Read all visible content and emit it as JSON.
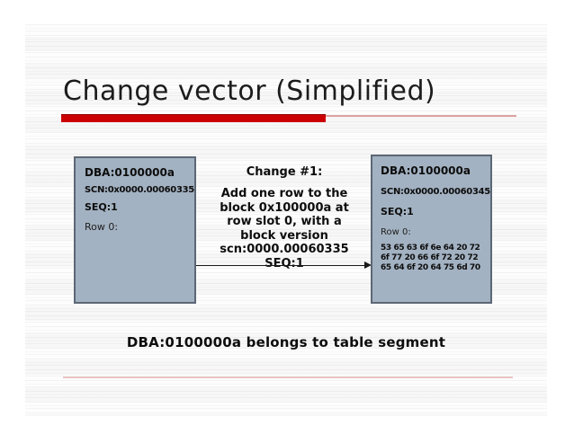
{
  "slide": {
    "title": "Change vector (Simplified)",
    "caption": "DBA:0100000a belongs to table segment"
  },
  "left_block": {
    "dba": "DBA:0100000a",
    "scn": "SCN:0x0000.00060335",
    "seq": "SEQ:1",
    "row": "Row 0:"
  },
  "change_note": {
    "heading": "Change #1:",
    "lines": [
      "Add one row to the",
      "block 0x100000a at",
      "row slot 0, with a",
      "block version",
      "scn:0000.00060335",
      "SEQ:1"
    ]
  },
  "right_block": {
    "dba": "DBA:0100000a",
    "scn": "SCN:0x0000.00060345",
    "seq": "SEQ:1",
    "row": "Row 0:",
    "hex_lines": [
      "53 65 63 6f 6e 64 20 72",
      "6f 77 20 66 6f 72 20 72",
      "65 64 6f 20 64 75 6d 70"
    ]
  },
  "icons": {
    "arrow": "arrow-right"
  },
  "colors": {
    "accent_red": "#cc0000",
    "thin_line_pink": "#dca2a2",
    "box_fill": "#a3b2c2",
    "box_border": "#5c6775",
    "title_text": "#1c1c1c",
    "slide_bg": "#fafafa"
  }
}
